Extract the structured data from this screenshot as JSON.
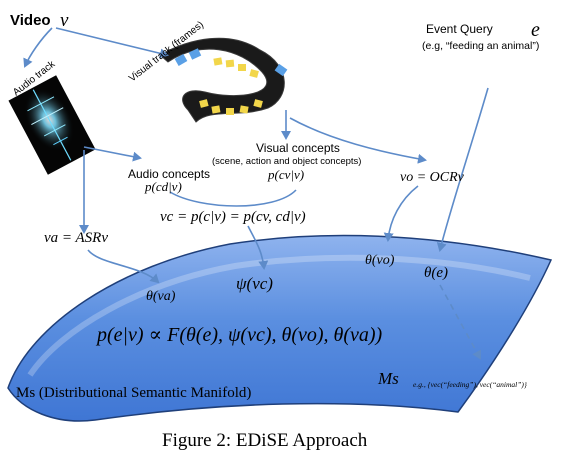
{
  "labels": {
    "video": "Video",
    "video_var": "v",
    "audio_track": "Audio track",
    "visual_track": "Visual track (frames)",
    "event_query": "Event Query",
    "event_var": "e",
    "event_example": "(e.g, “feeding an  animal”)",
    "visual_concepts_title": "Visual concepts",
    "visual_concepts_sub": "(scene, action and object concepts)",
    "audio_concepts": "Audio concepts",
    "p_cd": "p(cd|v)",
    "p_cv": "p(cv|v)",
    "vo_eq": "vo = OCRv",
    "vc_eq": "vc = p(c|v) = p(cv, cd|v)",
    "va_eq": "va = ASRv",
    "theta_vo": "θ(vo)",
    "theta_e": "θ(e)",
    "theta_va": "θ(va)",
    "psi_vc": "ψ(vc)",
    "main_eq": "p(e|v) ∝ F(θ(e), ψ(vc), θ(vo), θ(va))",
    "manifold_symbol": "Ms",
    "manifold_label": "Ms (Distributional Semantic Manifold)",
    "vec_example": "e.g., {vec(“feeding”), vec(“animal”)}",
    "caption": "Figure 2: EDiSE Approach"
  },
  "colors": {
    "manifold_fill": "#4f86df",
    "manifold_fill_light": "#7fa9ec",
    "arrow": "#5d8bc9",
    "text": "#000000"
  }
}
